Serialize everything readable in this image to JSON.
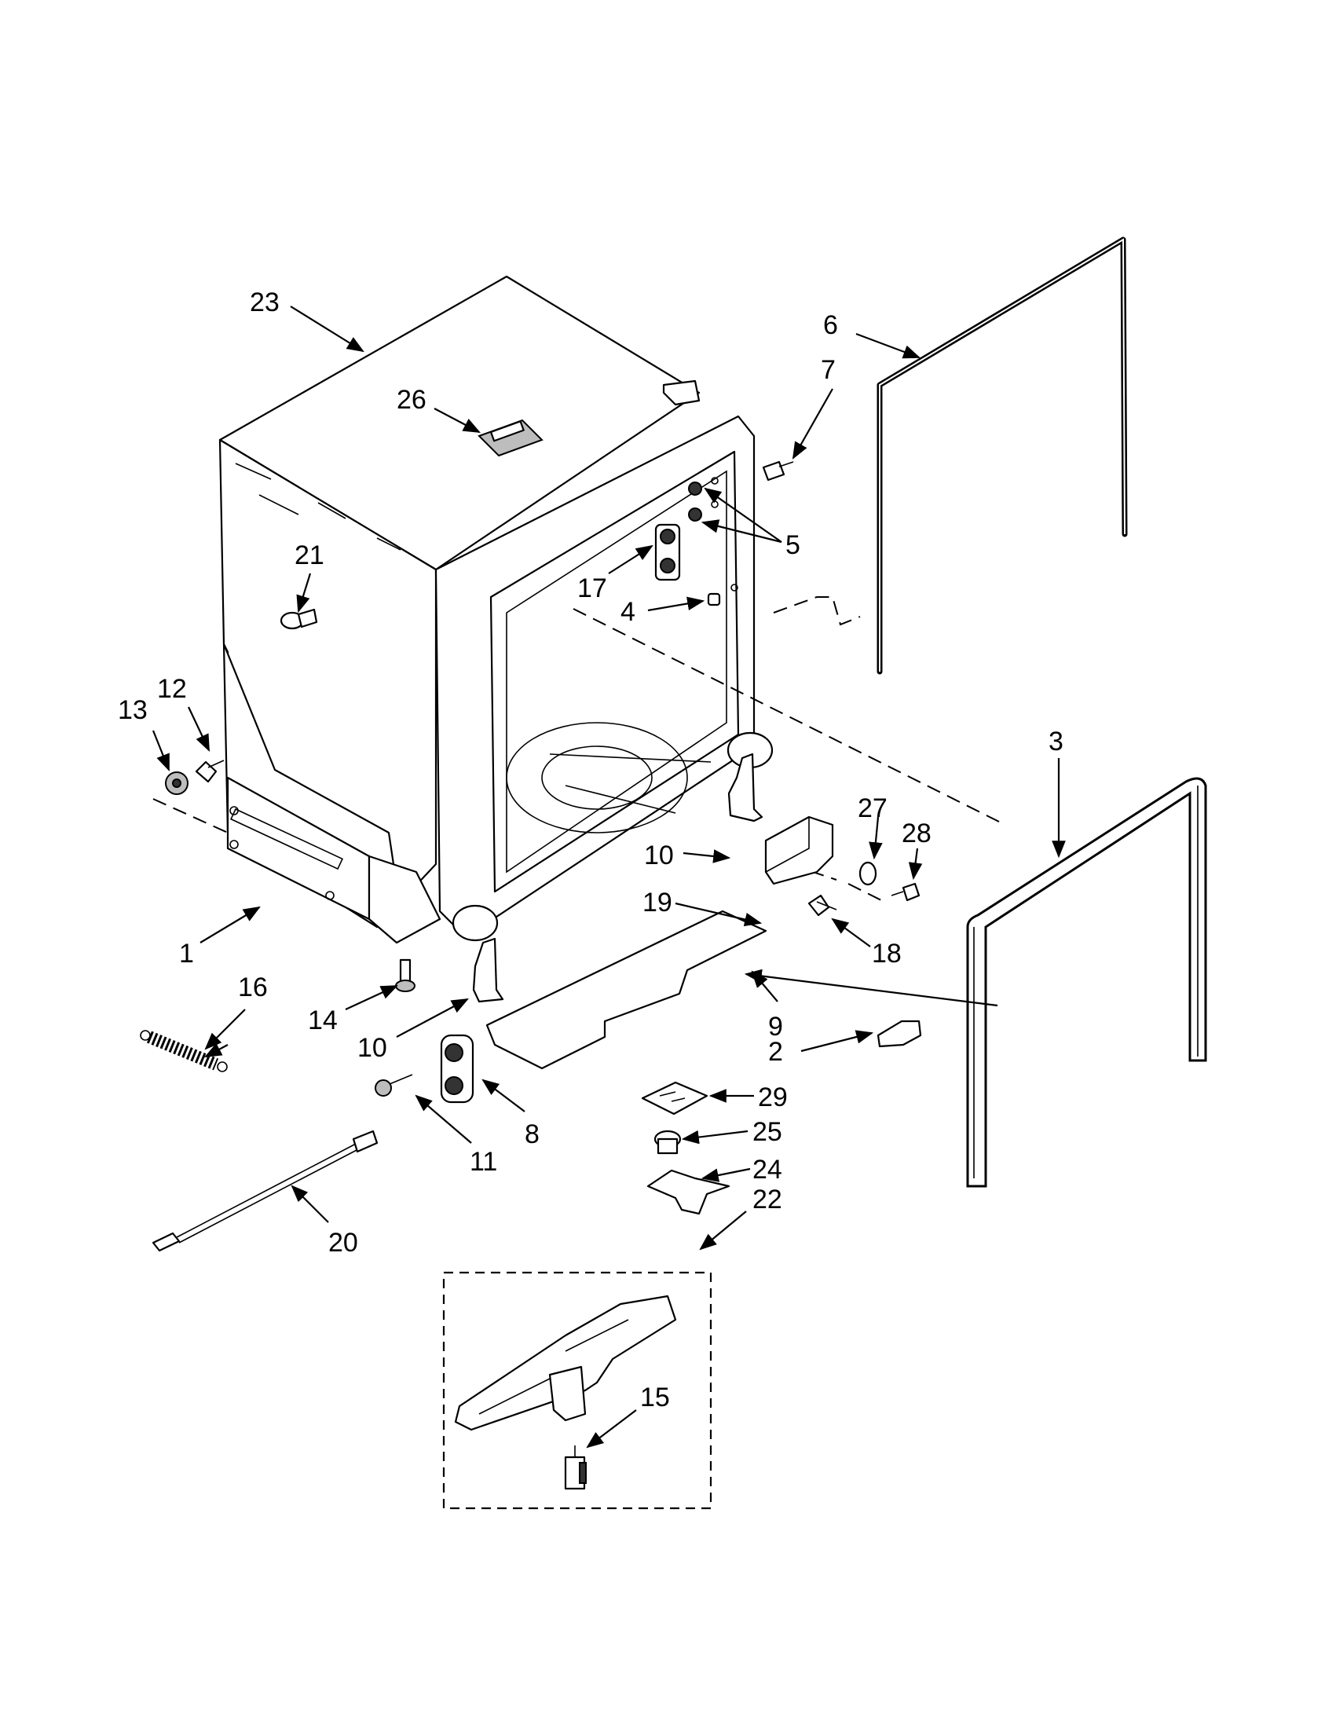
{
  "callouts": {
    "c1": "1",
    "c2": "2",
    "c3": "3",
    "c4": "4",
    "c5": "5",
    "c6": "6",
    "c7": "7",
    "c8": "8",
    "c9": "9",
    "c10a": "10",
    "c10b": "10",
    "c11": "11",
    "c12": "12",
    "c13": "13",
    "c14": "14",
    "c15": "15",
    "c16": "16",
    "c17": "17",
    "c18": "18",
    "c19": "19",
    "c20": "20",
    "c21": "21",
    "c22": "22",
    "c23": "23",
    "c24": "24",
    "c25": "25",
    "c26": "26",
    "c27": "27",
    "c28": "28",
    "c29": "29"
  }
}
